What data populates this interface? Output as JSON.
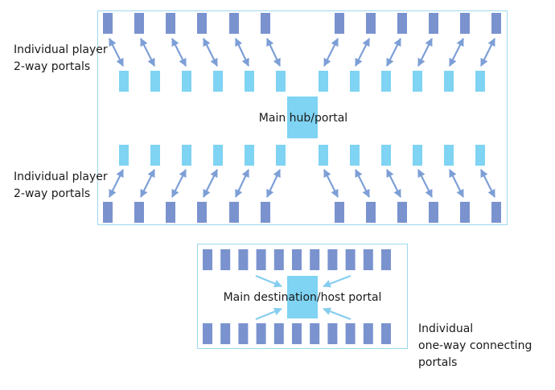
{
  "labels": {
    "top_group_line1": "Individual player",
    "top_group_line2": "2-way portals",
    "bottom_group_line1": "Individual player",
    "bottom_group_line2": "2-way portals",
    "main_hub": "Main hub/portal",
    "main_destination": "Main destination/host portal",
    "one_way_line1": "Individual",
    "one_way_line2": "one-way connecting",
    "one_way_line3": "portals"
  },
  "colors": {
    "frame": "#9dd8ee",
    "dark_portal": "#7a93cf",
    "light_portal": "#7fd3f3",
    "hub": "#7fd3f3",
    "two_way_arrow": "#7d9fd6",
    "one_way_arrow": "#86cdf0"
  }
}
